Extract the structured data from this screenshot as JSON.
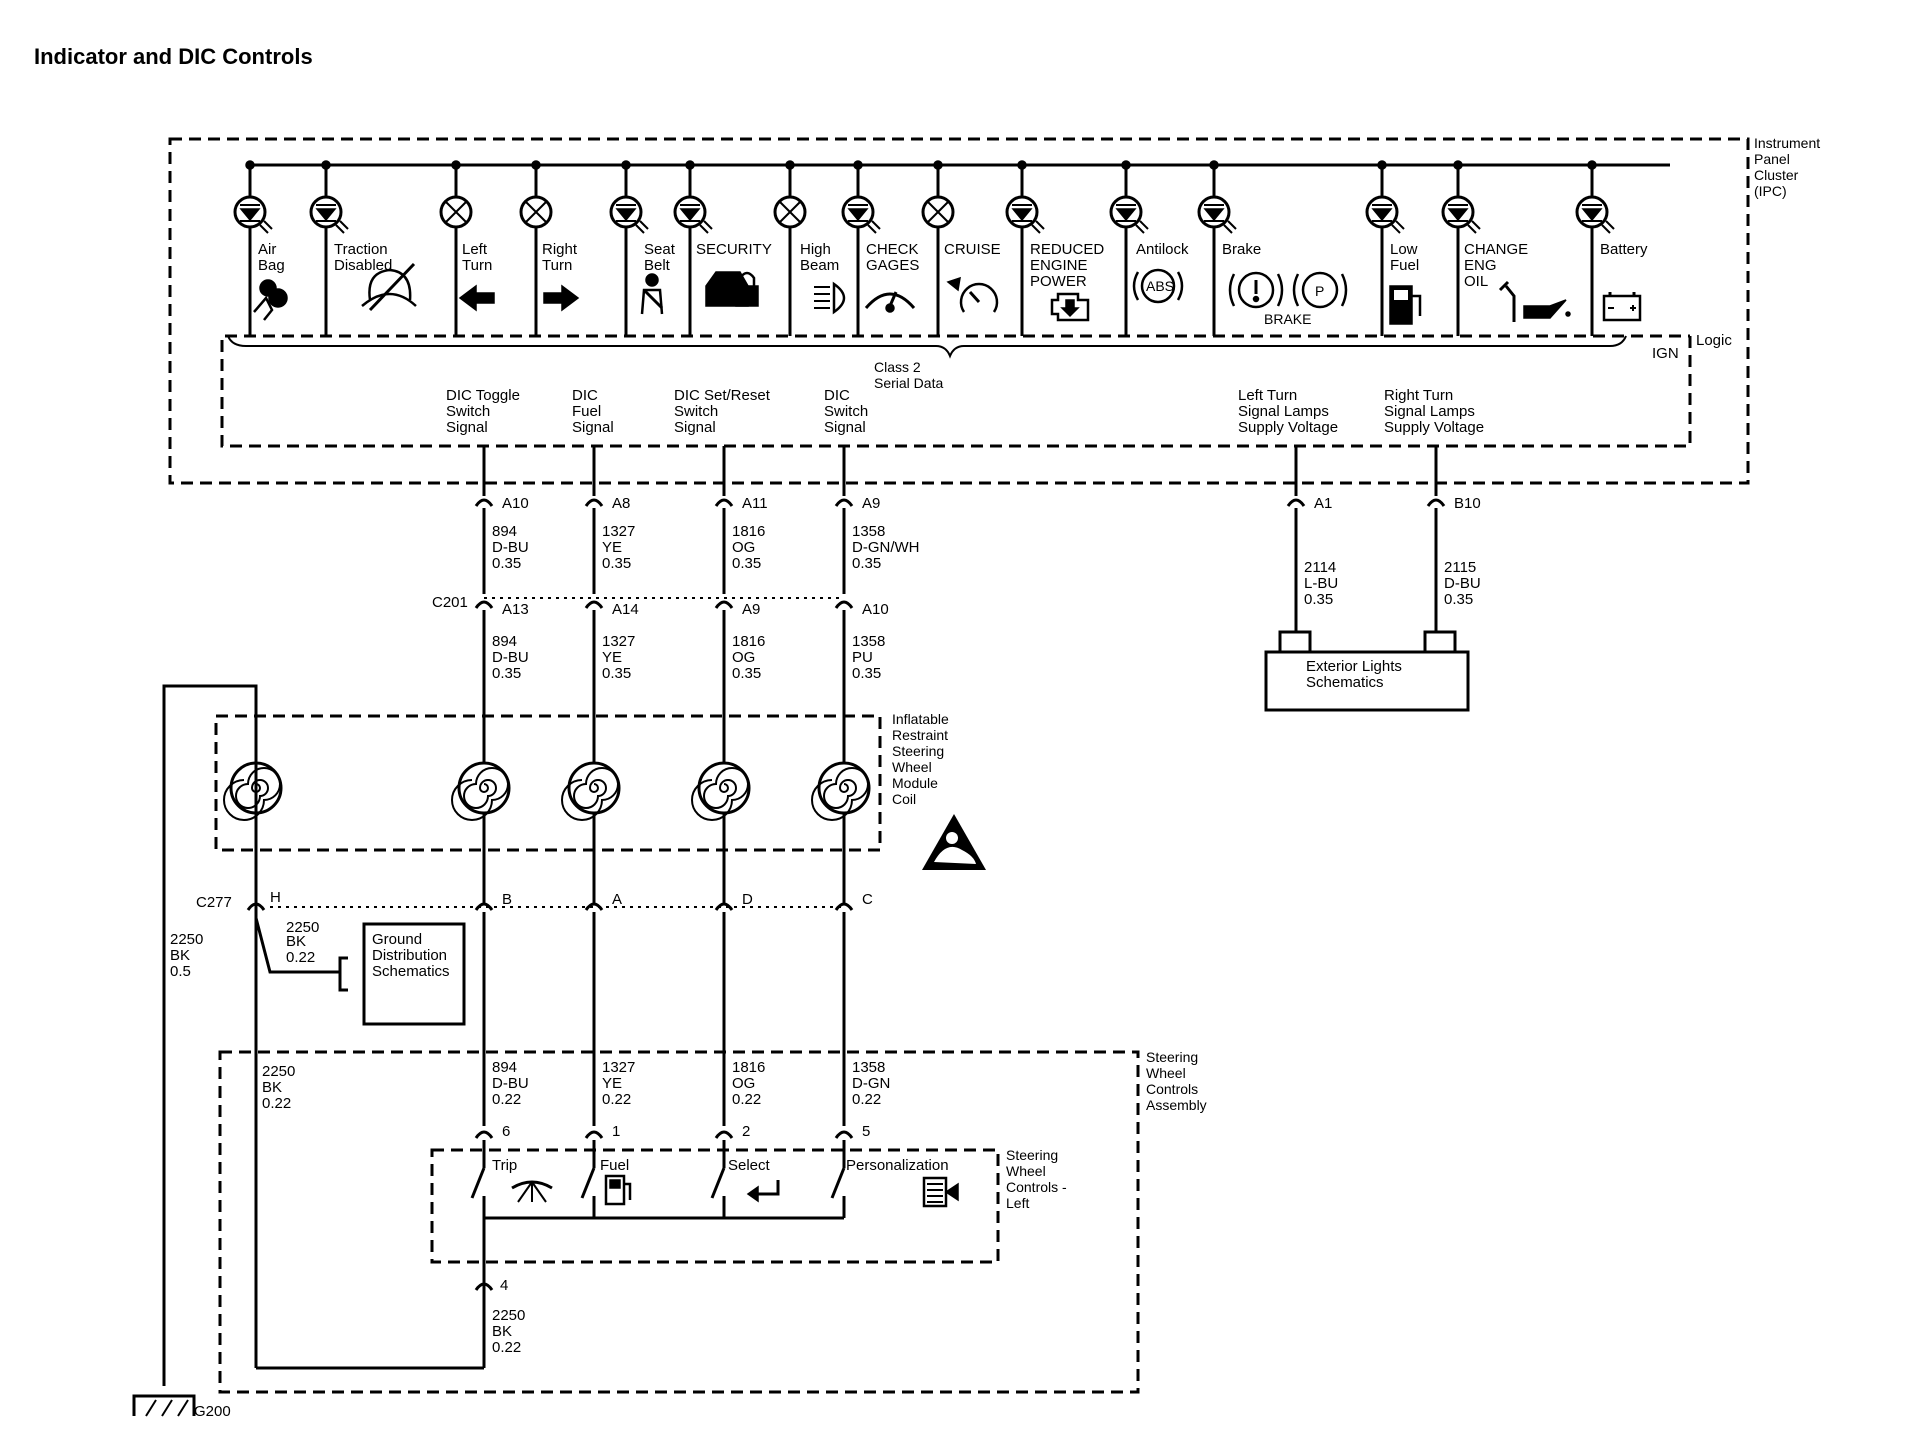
{
  "title": "Indicator and DIC Controls",
  "ipc": {
    "label": [
      "Instrument",
      "Panel",
      "Cluster",
      "(IPC)"
    ],
    "logic": "Logic",
    "ign": "IGN",
    "serial": [
      "Class 2",
      "Serial Data"
    ]
  },
  "indicators": [
    {
      "lines": [
        "Air",
        "Bag"
      ],
      "type": "led",
      "icon": "airbag-icon"
    },
    {
      "lines": [
        "Traction",
        "Disabled"
      ],
      "type": "led",
      "icon": "traction-icon"
    },
    {
      "lines": [
        "Left",
        "Turn"
      ],
      "type": "bulb",
      "icon": "left-arrow-icon"
    },
    {
      "lines": [
        "Right",
        "Turn"
      ],
      "type": "bulb",
      "icon": "right-arrow-icon"
    },
    {
      "lines": [
        "Seat",
        "Belt"
      ],
      "type": "led",
      "icon": "seatbelt-icon"
    },
    {
      "lines": [
        "SECURITY"
      ],
      "type": "led",
      "icon": "security-icon"
    },
    {
      "lines": [
        "High",
        "Beam"
      ],
      "type": "bulb",
      "icon": "high-beam-icon"
    },
    {
      "lines": [
        "CHECK",
        "GAGES"
      ],
      "type": "led",
      "icon": "gage-icon"
    },
    {
      "lines": [
        "CRUISE"
      ],
      "type": "bulb",
      "icon": "cruise-icon"
    },
    {
      "lines": [
        "REDUCED",
        "ENGINE",
        "POWER"
      ],
      "type": "led",
      "icon": "engine-icon"
    },
    {
      "lines": [
        "Antilock"
      ],
      "type": "led",
      "icon": "abs-icon",
      "icon_text": "ABS"
    },
    {
      "lines": [
        "Brake"
      ],
      "type": "led",
      "icon": "brake-icon",
      "icon_text": "P",
      "sub": "BRAKE"
    },
    {
      "lines": [
        "Low",
        "Fuel"
      ],
      "type": "led",
      "icon": "fuel-pump-icon"
    },
    {
      "lines": [
        "CHANGE",
        "ENG",
        "OIL"
      ],
      "type": "led",
      "icon": "oil-can-icon"
    },
    {
      "lines": [
        "Battery"
      ],
      "type": "led",
      "icon": "battery-icon"
    }
  ],
  "signals": [
    {
      "label": [
        "DIC Toggle",
        "Switch",
        "Signal"
      ],
      "ipc_pin": "A10",
      "wire_top": [
        "894",
        "D-BU",
        "0.35"
      ],
      "c201_pin": "A13",
      "wire_mid": [
        "894",
        "D-BU",
        "0.35"
      ],
      "c277_pin": "B",
      "wire_bot": [
        "894",
        "D-BU",
        "0.22"
      ],
      "sw_pin": "6"
    },
    {
      "label": [
        "DIC",
        "Fuel",
        "Signal"
      ],
      "ipc_pin": "A8",
      "wire_top": [
        "1327",
        "YE",
        "0.35"
      ],
      "c201_pin": "A14",
      "wire_mid": [
        "1327",
        "YE",
        "0.35"
      ],
      "c277_pin": "A",
      "wire_bot": [
        "1327",
        "YE",
        "0.22"
      ],
      "sw_pin": "1"
    },
    {
      "label": [
        "DIC Set/Reset",
        "Switch",
        "Signal"
      ],
      "ipc_pin": "A11",
      "wire_top": [
        "1816",
        "OG",
        "0.35"
      ],
      "c201_pin": "A9",
      "wire_mid": [
        "1816",
        "OG",
        "0.35"
      ],
      "c277_pin": "D",
      "wire_bot": [
        "1816",
        "OG",
        "0.22"
      ],
      "sw_pin": "2"
    },
    {
      "label": [
        "DIC",
        "Switch",
        "Signal"
      ],
      "ipc_pin": "A9",
      "wire_top": [
        "1358",
        "D-GN/WH",
        "0.35"
      ],
      "c201_pin": "A10",
      "wire_mid": [
        "1358",
        "PU",
        "0.35"
      ],
      "c277_pin": "C",
      "wire_bot": [
        "1358",
        "D-GN",
        "0.22"
      ],
      "sw_pin": "5"
    }
  ],
  "turn_outputs": [
    {
      "label": [
        "Left Turn",
        "Signal Lamps",
        "Supply Voltage"
      ],
      "pin": "A1",
      "wire": [
        "2114",
        "L-BU",
        "0.35"
      ]
    },
    {
      "label": [
        "Right Turn",
        "Signal Lamps",
        "Supply Voltage"
      ],
      "pin": "B10",
      "wire": [
        "2115",
        "D-BU",
        "0.35"
      ]
    }
  ],
  "exterior_box": [
    "Exterior Lights",
    "Schematics"
  ],
  "c201": "C201",
  "c277": {
    "name": "C277",
    "h_pin": "H"
  },
  "coil_label": [
    "Inflatable",
    "Restraint",
    "Steering",
    "Wheel",
    "Module",
    "Coil"
  ],
  "ground_wire_short": [
    "2250",
    "BK",
    "0.22"
  ],
  "ground_box": [
    "Ground",
    "Distribution",
    "Schematics"
  ],
  "ground_wire_long": [
    "2250",
    "BK",
    "0.5"
  ],
  "swc_assembly": [
    "Steering",
    "Wheel",
    "Controls",
    "Assembly"
  ],
  "swc_left": [
    "Steering",
    "Wheel",
    "Controls -",
    "Left"
  ],
  "swc_inner_wire": [
    "2250",
    "BK",
    "0.22"
  ],
  "switches": [
    {
      "label": "Trip",
      "icon": "trip-icon"
    },
    {
      "label": "Fuel",
      "icon": "fuel-icon"
    },
    {
      "label": "Select",
      "icon": "return-arrow-icon"
    },
    {
      "label": "Personalization",
      "icon": "personalization-icon"
    }
  ],
  "sw_common_pin": "4",
  "sw_common_wire": [
    "2250",
    "BK",
    "0.22"
  ],
  "ground": "G200"
}
